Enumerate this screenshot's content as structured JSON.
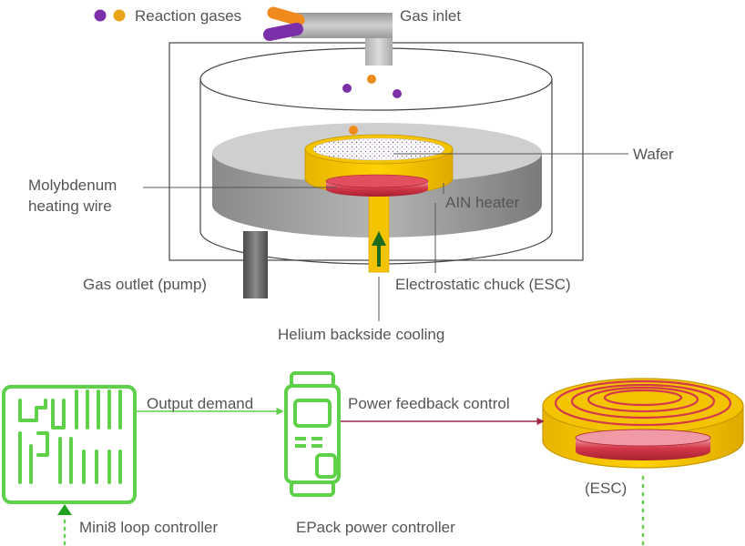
{
  "labels": {
    "reaction_gases": "Reaction gases",
    "gas_inlet": "Gas inlet",
    "wafer": "Wafer",
    "molybdenum_line1": "Molybdenum",
    "molybdenum_line2": "heating wire",
    "aln_heater": "AIN heater",
    "gas_outlet": "Gas outlet (pump)",
    "esc": "Electrostatic chuck (ESC)",
    "helium": "Helium backside cooling",
    "output_demand": "Output demand",
    "power_feedback": "Power feedback control",
    "esc_short": "(ESC)",
    "mini8": "Mini8 loop controller",
    "epack": "EPack power controller"
  },
  "colors": {
    "gas_purple": "#7b2fa8",
    "gas_orange": "#f08a1c",
    "gas_yellow": "#e8a317",
    "chuck_yellow": "#f5c400",
    "heater_red": "#d4394a",
    "controller_green": "#5ed04a",
    "feedback_red": "#a0294a",
    "arrow_green": "#1f6b1f"
  }
}
